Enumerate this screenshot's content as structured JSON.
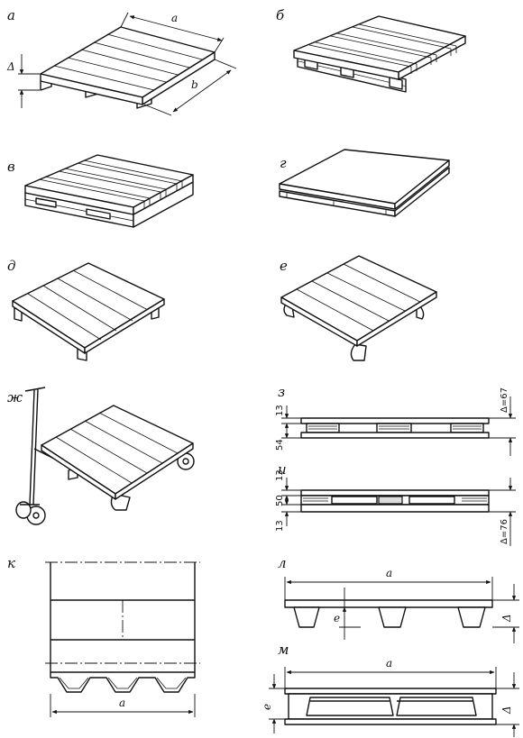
{
  "panels": {
    "a": {
      "label": "а"
    },
    "b": {
      "label": "б"
    },
    "v": {
      "label": "в"
    },
    "g": {
      "label": "г"
    },
    "d": {
      "label": "д"
    },
    "e": {
      "label": "е"
    },
    "zh": {
      "label": "ж"
    },
    "z": {
      "label": "з"
    },
    "i": {
      "label": "и"
    },
    "k": {
      "label": "к"
    },
    "l": {
      "label": "л"
    },
    "m": {
      "label": "м"
    }
  },
  "dims": {
    "a_len": "a",
    "b_len": "b",
    "delta": "Δ",
    "z_top": "13",
    "z_bottom": "54",
    "z_total": "Δ=67",
    "i_top": "13",
    "i_mid": "50",
    "i_bottom": "13",
    "i_total": "Δ=76",
    "e": "e"
  }
}
